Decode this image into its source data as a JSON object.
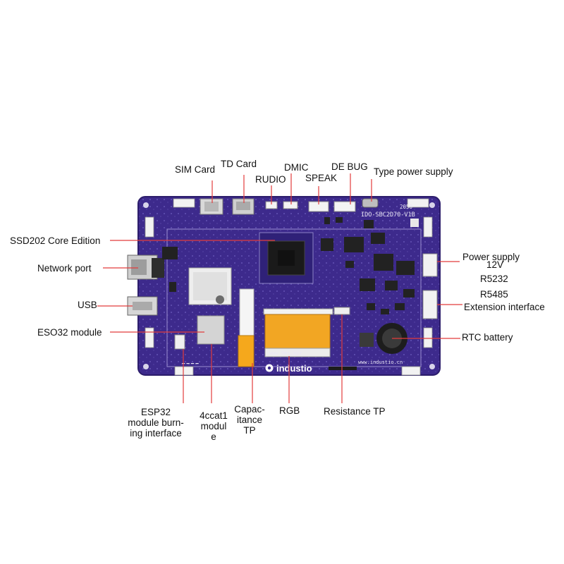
{
  "colors": {
    "board": "#3d2a8c",
    "board_dark": "#2c1d6b",
    "leader_line": "#e23c3c",
    "label_text": "#111111"
  },
  "board": {
    "model_text": "IDO-SBC2D70-V1B",
    "corner_code": "2050",
    "url_left": "www.0ms.xyz",
    "url_right": "www.industio.cn",
    "logo_text": "industio",
    "logo_icon": "industio-logo-icon"
  },
  "labels": {
    "sim_card": "SIM Card",
    "td_card": "TD Card",
    "rudio": "RUDIO",
    "dmic": "DMIC",
    "speak": "SPEAK",
    "debug": "DE BUG",
    "type_power": "Type power supply",
    "ssd202": "SSD202 Core Edition",
    "network_port": "Network port",
    "usb": "USB",
    "eso32": "ESO32 module",
    "power_supply": "Power supply",
    "v12": "12V",
    "r5232": "R5232",
    "r5485": "R5485",
    "extension": "Extension interface",
    "rtc": "RTC battery",
    "esp32_burn": [
      "ESP32",
      "module burn-",
      "ing interface"
    ],
    "cat1": [
      "4ccat1",
      "modul",
      "e"
    ],
    "capacitance": [
      "Capac-",
      "itance",
      "TP"
    ],
    "rgb": "RGB",
    "resistance_tp": "Resistance TP"
  }
}
